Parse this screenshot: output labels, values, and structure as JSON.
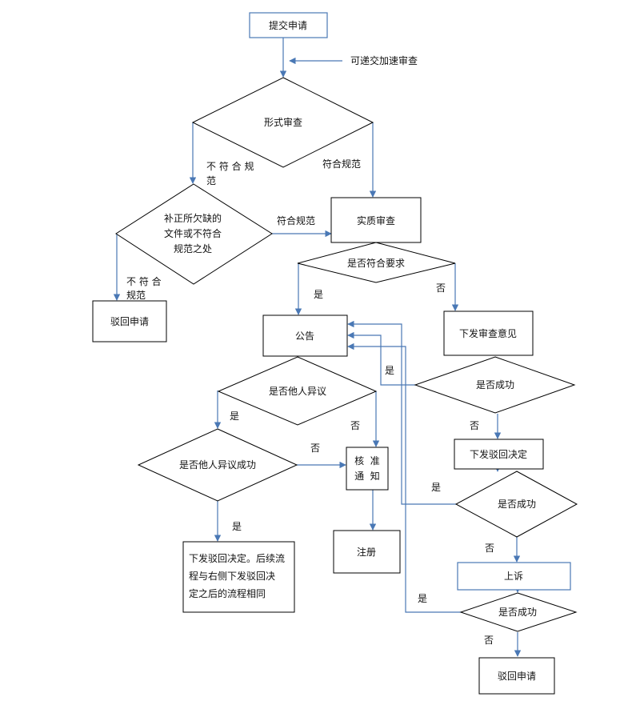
{
  "colors": {
    "arrow": "#4a78b5",
    "border": "#000000",
    "text": "#111111"
  },
  "nodes": {
    "submit": "提交申请",
    "expedite_note": "可递交加速审查",
    "formal_review": "形式审查",
    "nonconform_1": [
      "不 符 合 规",
      "范"
    ],
    "conform_1": "符合规范",
    "supplement": [
      "补正所欠缺的",
      "文件或不符合",
      "规范之处"
    ],
    "conform_2": "符合规范",
    "substantive_review": "实质审查",
    "nonconform_2": [
      "不 符 合",
      "规范"
    ],
    "reject_1": "驳回申请",
    "meets_requirements": "是否符合要求",
    "yes_1": "是",
    "no_1": "否",
    "announcement": "公告",
    "issue_opinion": "下发审查意见",
    "yes_2": "是",
    "success_1": "是否成功",
    "objection": "是否他人异议",
    "no_2": "否",
    "yes_3": "是",
    "no_3": "否",
    "issue_reject_decision": "下发驳回决定",
    "no_4": "否",
    "objection_success": "是否他人异议成功",
    "approval_notice": [
      "核  准",
      "通  知"
    ],
    "yes_4": "是",
    "success_2": "是否成功",
    "yes_5": "是",
    "registration": "注册",
    "reject_decision_note": [
      "下发驳回决定。后续流",
      "程与右侧下发驳回决",
      "定之后的流程相同"
    ],
    "no_5": "否",
    "appeal": "上诉",
    "yes_6": "是",
    "success_3": "是否成功",
    "no_6": "否",
    "reject_2": "驳回申请"
  }
}
